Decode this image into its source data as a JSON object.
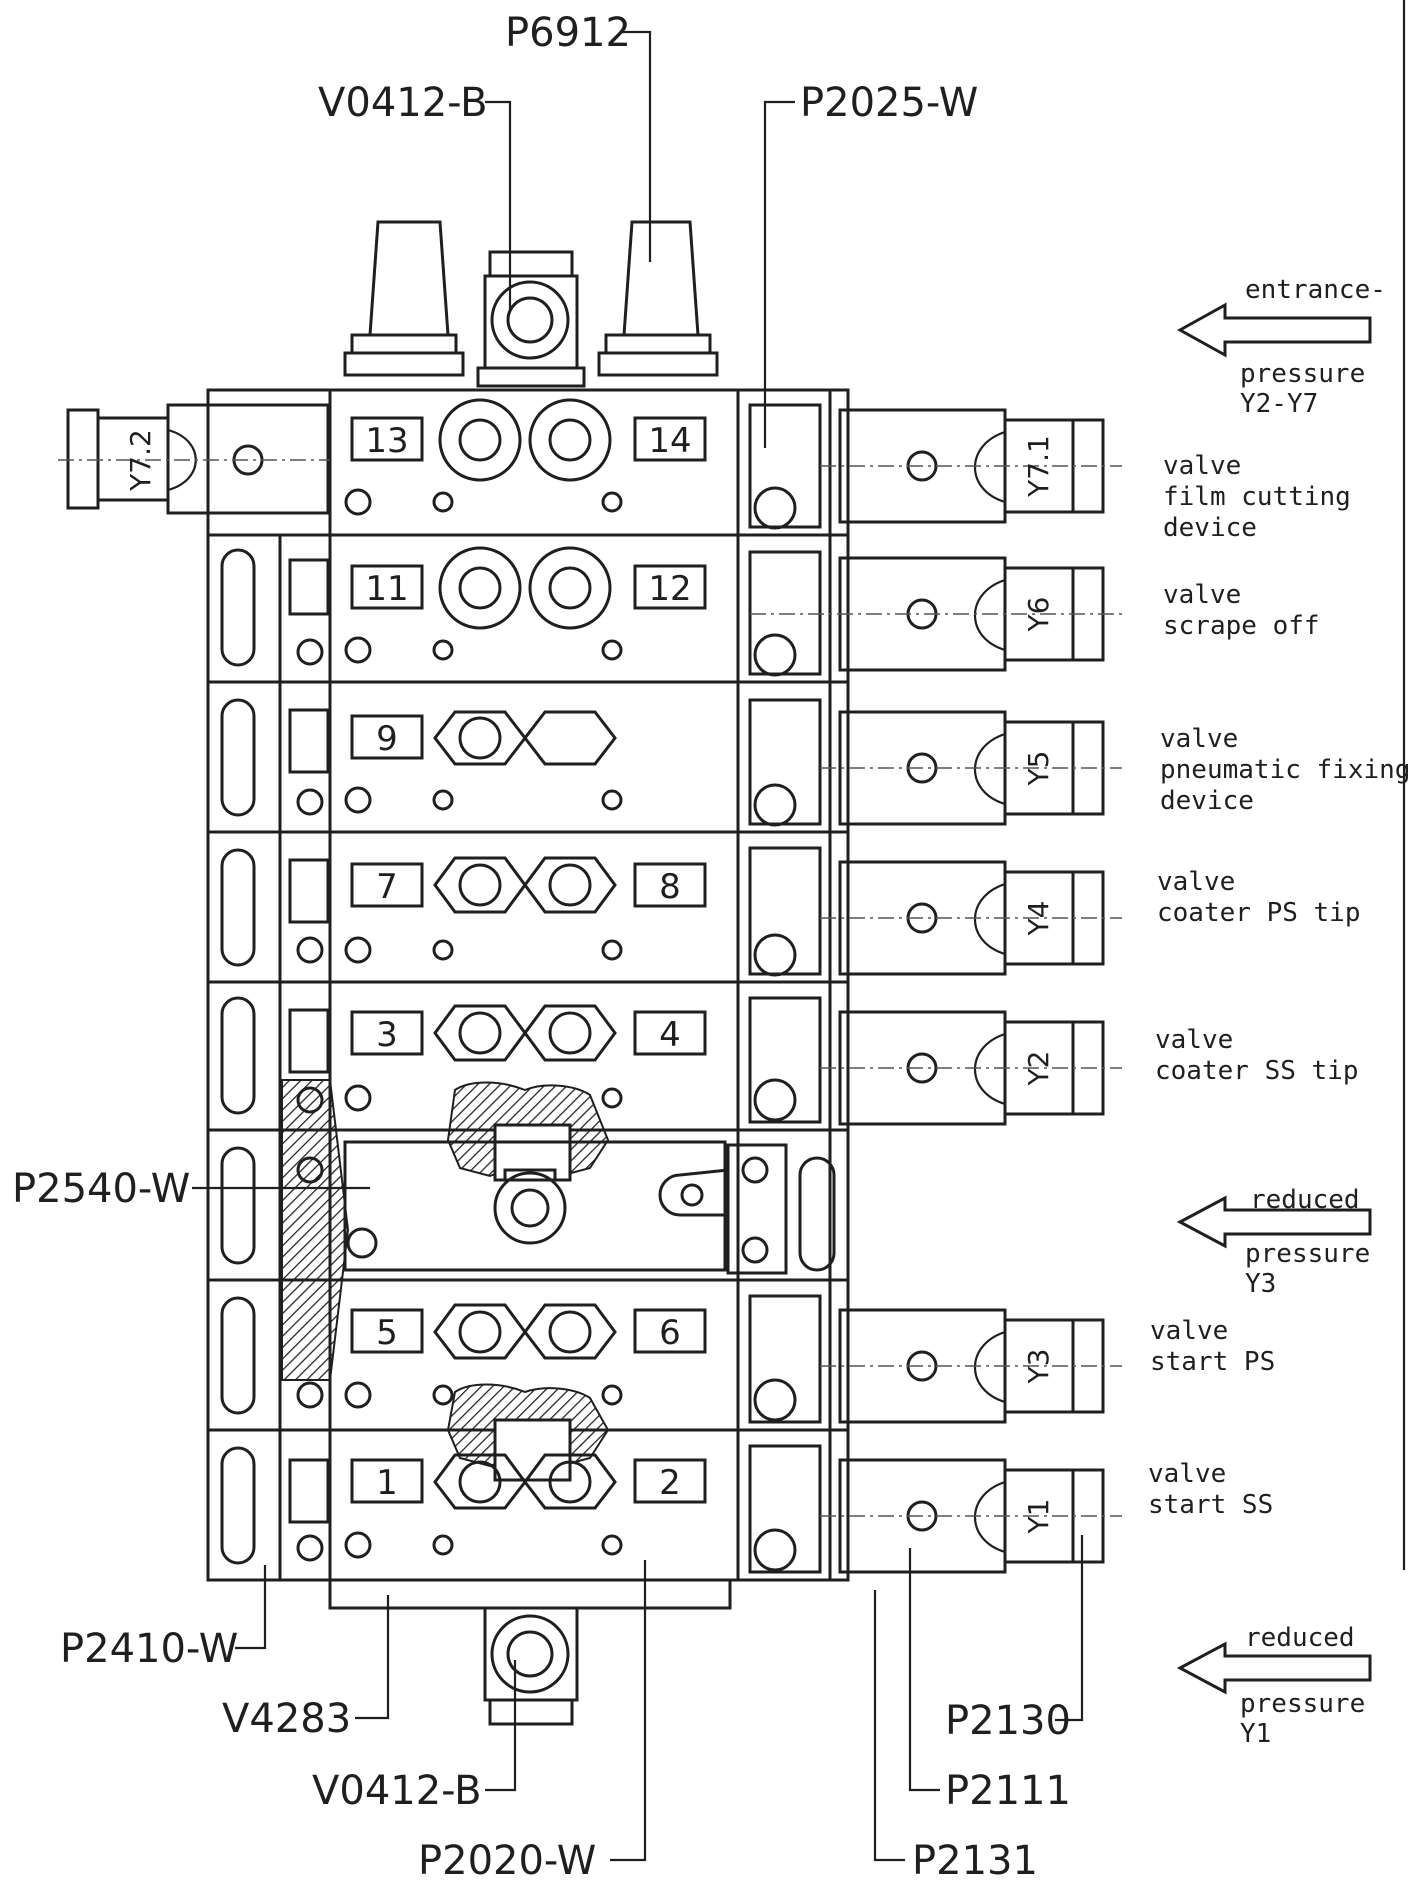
{
  "part_labels": {
    "p6912": "P6912",
    "v0412_b_top": "V0412-B",
    "p2025_w": "P2025-W",
    "p2540_w": "P2540-W",
    "p2410_w": "P2410-W",
    "v4283": "V4283",
    "v0412_b_bottom": "V0412-B",
    "p2020_w": "P2020-W",
    "p2130": "P2130",
    "p2111": "P2111",
    "p2131": "P2131"
  },
  "ports": [
    "13",
    "14",
    "11",
    "12",
    "9",
    "7",
    "8",
    "3",
    "4",
    "5",
    "6",
    "1",
    "2"
  ],
  "coils": {
    "y7_2": "Y7.2",
    "y7_1": "Y7.1",
    "y6": "Y6",
    "y5": "Y5",
    "y4": "Y4",
    "y2": "Y2",
    "y3": "Y3",
    "y1": "Y1"
  },
  "valve_descriptions": [
    {
      "line1": "valve",
      "line2": "film cutting",
      "line3": "device"
    },
    {
      "line1": "valve",
      "line2": "scrape off"
    },
    {
      "line1": "valve",
      "line2": "pneumatic fixing",
      "line3": "device"
    },
    {
      "line1": "valve",
      "line2": "coater PS tip"
    },
    {
      "line1": "valve",
      "line2": "coater SS tip"
    },
    {
      "line1": "valve",
      "line2": "start PS"
    },
    {
      "line1": "valve",
      "line2": "start SS"
    }
  ],
  "pressure_arrows": [
    {
      "top": "entrance-",
      "line1": "pressure",
      "line2": "Y2-Y7"
    },
    {
      "top": "reduced",
      "line1": "pressure",
      "line2": "Y3"
    },
    {
      "top": "reduced",
      "line1": "pressure",
      "line2": "Y1"
    }
  ]
}
